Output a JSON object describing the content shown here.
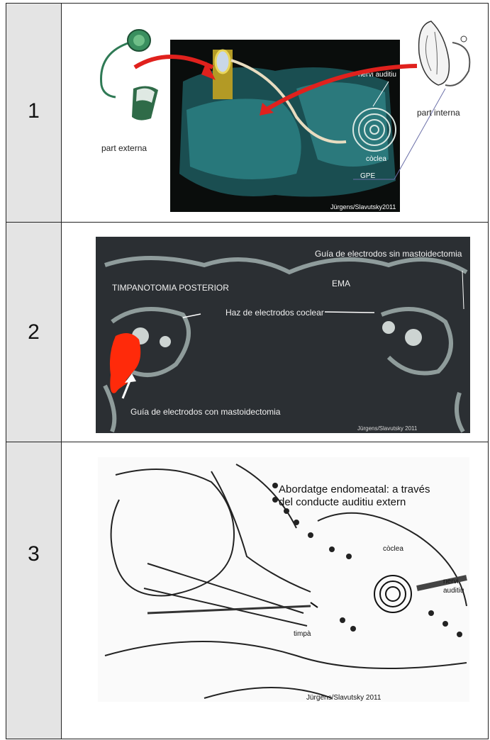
{
  "rows": [
    {
      "number": "1",
      "labels": {
        "external": "part externa",
        "internal": "part interna",
        "nerve": "nervi auditiu",
        "cochlea": "còclea",
        "gpe": "GPE",
        "credit": "Jürgens/Slavutsky2011"
      }
    },
    {
      "number": "2",
      "labels": {
        "guide_without": "Guía de electrodos sin mastoidectomia",
        "posterior": "TIMPANOTOMIA POSTERIOR",
        "ema": "EMA",
        "bundle": "Haz de electrodos coclear",
        "guide_with": "Guía de electrodos con mastoidectomia",
        "credit": "Jürgens/Slavutsky 2011"
      }
    },
    {
      "number": "3",
      "labels": {
        "title_line1": "Abordatge endomeatal: a través",
        "title_line2": "del conducte auditiu extern",
        "cochlea": "còclea",
        "nerve_line1": "nervi",
        "nerve_line2": "auditiu",
        "eardrum": "timpà",
        "credit": "Jürgens/Slavutsky 2011"
      }
    }
  ],
  "colors": {
    "arrow_red": "#e0211d",
    "highlight_red": "#ff2a0a",
    "ct_dark": "#2b2f33"
  }
}
